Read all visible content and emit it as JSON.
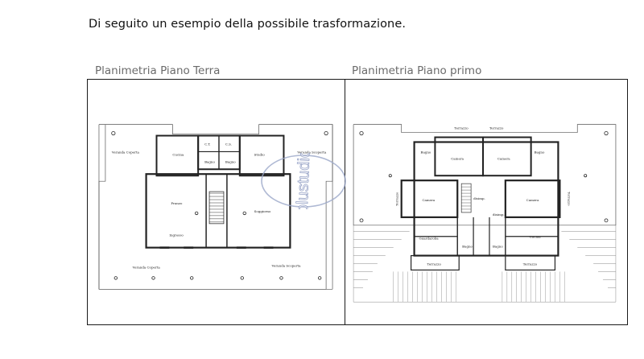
{
  "intro_text": "Di seguito un esempio della possibile trasformazione.",
  "plans": {
    "ground": {
      "title": "Planimetria Piano Terra",
      "rooms": {
        "veranda_coperta_top": "Veranda Coperta",
        "cucina": "Cucina",
        "ct": "C.T.",
        "cs": "C.S.",
        "bagno1": "Bagno",
        "bagno2": "Bagno",
        "studio": "Studio",
        "veranda_scoperta_top": "Veranda Scoperta",
        "pranzo": "Pranzo",
        "soggiorno": "Soggiorno",
        "ingresso": "Ingresso",
        "veranda_coperta_bottom": "Veranda Coperta",
        "veranda_scoperta_bottom": "Veranda Scoperta"
      }
    },
    "first": {
      "title": "Planimetria Piano primo",
      "rooms": {
        "terrazzo_top_left": "Terrazzo",
        "terrazzo_top_right": "Terrazzo",
        "bagno_left": "Bagno",
        "camera_top_left": "Camera",
        "camera_top_right": "Camera",
        "bagno_right": "Bagno",
        "terrazzo_side_left": "Terrazzo",
        "camera_mid_left": "Camera",
        "disimpegno_left": "disimp.",
        "disimpegno_right": "disimp.",
        "camera_mid_right": "Camera",
        "terrazzo_side_right": "Terrazzo",
        "guardaroba": "Guardaroba",
        "bagno_bottom_left": "Bagno",
        "bagno_bottom_right": "Bagno",
        "cucina_right": "Cucina",
        "terrazzo_bottom_left": "Terrazzo",
        "terrazzo_bottom_right": "Terrazzo"
      }
    }
  },
  "watermark_text": "blustudio"
}
